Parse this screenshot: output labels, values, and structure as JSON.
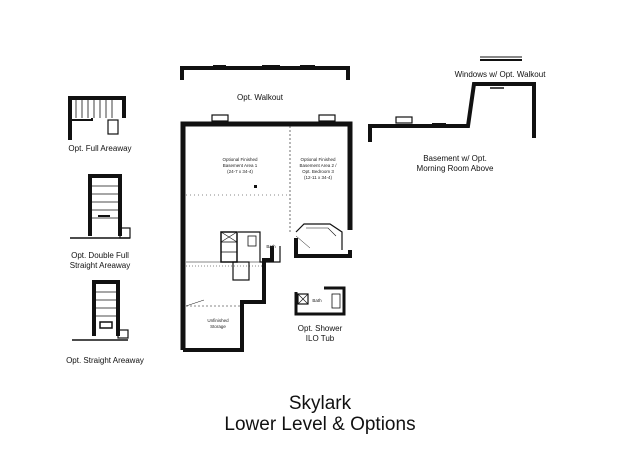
{
  "labels": {
    "opt_walkout": "Opt. Walkout",
    "windows_walkout": "Windows w/ Opt. Walkout",
    "basement_opt": [
      "Basement w/ Opt.",
      "Morning Room Above"
    ],
    "opt_full_areaway": "Opt. Full Areaway",
    "opt_double_full": [
      "Opt. Double Full",
      "Straight Areaway"
    ],
    "opt_straight_areaway": "Opt. Straight Areaway",
    "opt_shower": [
      "Opt. Shower",
      "ILO Tub"
    ]
  },
  "rooms": {
    "area1": [
      "Optional Finished",
      "Basement Area 1",
      "(24-7 x 34-4)"
    ],
    "area2": [
      "Optional Finished",
      "Basement Area 2 /",
      "Opt. Bedroom 3",
      "(12-11 x 34-4)"
    ],
    "bath": "Bath",
    "bath_opt": "Bath",
    "unfinished": [
      "Unfinished",
      "Storage"
    ]
  },
  "title": {
    "line1": "Skylark",
    "line2": "Lower Level & Options"
  }
}
